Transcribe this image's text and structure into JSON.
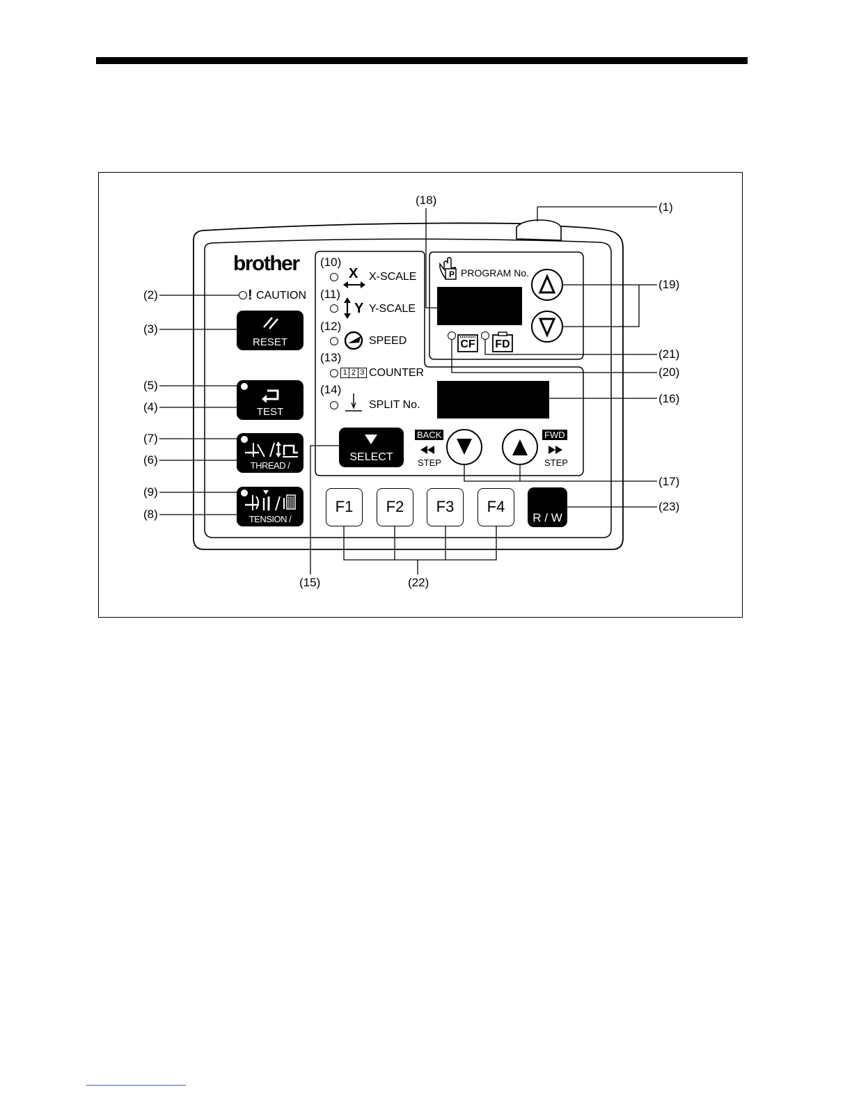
{
  "brand": "brother",
  "callouts": {
    "c1": "(1)",
    "c2": "(2)",
    "c3": "(3)",
    "c4": "(4)",
    "c5": "(5)",
    "c6": "(6)",
    "c7": "(7)",
    "c8": "(8)",
    "c9": "(9)",
    "c10": "(10)",
    "c11": "(11)",
    "c12": "(12)",
    "c13": "(13)",
    "c14": "(14)",
    "c15": "(15)",
    "c16": "(16)",
    "c17": "(17)",
    "c18": "(18)",
    "c19": "(19)",
    "c20": "(20)",
    "c21": "(21)",
    "c22": "(22)",
    "c23": "(23)"
  },
  "left_panel": {
    "caution": "CAUTION",
    "reset": "RESET",
    "test": "TEST",
    "thread_clamp": "THREAD / CLAMP",
    "tension_wind": "TENSION / WIND"
  },
  "indicators": {
    "x_symbol": "X",
    "x_scale": "X-SCALE",
    "y_symbol": "Y",
    "y_scale": "Y-SCALE",
    "speed": "SPEED",
    "counter_digits": [
      "1",
      "2",
      "3"
    ],
    "counter": "COUNTER",
    "split": "SPLIT No."
  },
  "program": {
    "label": "PROGRAM No.",
    "p_symbol": "P",
    "cf": "CF",
    "fd": "FD"
  },
  "step": {
    "back": "BACK",
    "fwd": "FWD",
    "step_left": "STEP",
    "step_right": "STEP",
    "select": "SELECT"
  },
  "function_keys": [
    "F1",
    "F2",
    "F3",
    "F4"
  ],
  "rw": "R / W"
}
